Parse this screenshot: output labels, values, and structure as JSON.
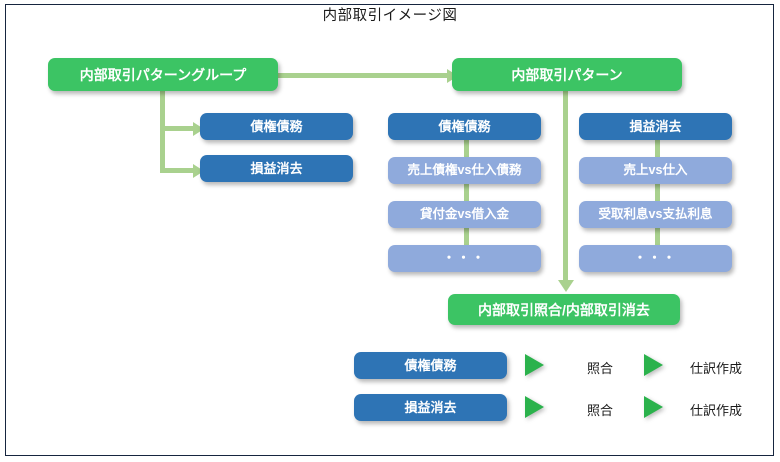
{
  "diagram": {
    "title": "内部取引イメージ図",
    "colors": {
      "green": "#3cc464",
      "blue": "#2e74b5",
      "light_blue": "#8faadc",
      "connector_green": "#a9d18e",
      "triangle_green": "#2bb24c",
      "frame_border": "#16253f"
    },
    "nodes": {
      "pattern_group": "内部取引パターングループ",
      "pattern": "内部取引パターン",
      "matching": "内部取引照合/内部取引消去"
    },
    "group_children": [
      {
        "label": "債権債務"
      },
      {
        "label": "損益消去"
      }
    ],
    "pattern_columns": [
      {
        "header": "債権債務",
        "items": [
          "売上債権vs仕入債務",
          "貸付金vs借入金",
          "・・・"
        ]
      },
      {
        "header": "損益消去",
        "items": [
          "売上vs仕入",
          "受取利息vs支払利息",
          "・・・"
        ]
      }
    ],
    "process_rows": [
      {
        "source": "債権債務",
        "step1": "照合",
        "step2": "仕訳作成"
      },
      {
        "source": "損益消去",
        "step1": "照合",
        "step2": "仕訳作成"
      }
    ]
  }
}
